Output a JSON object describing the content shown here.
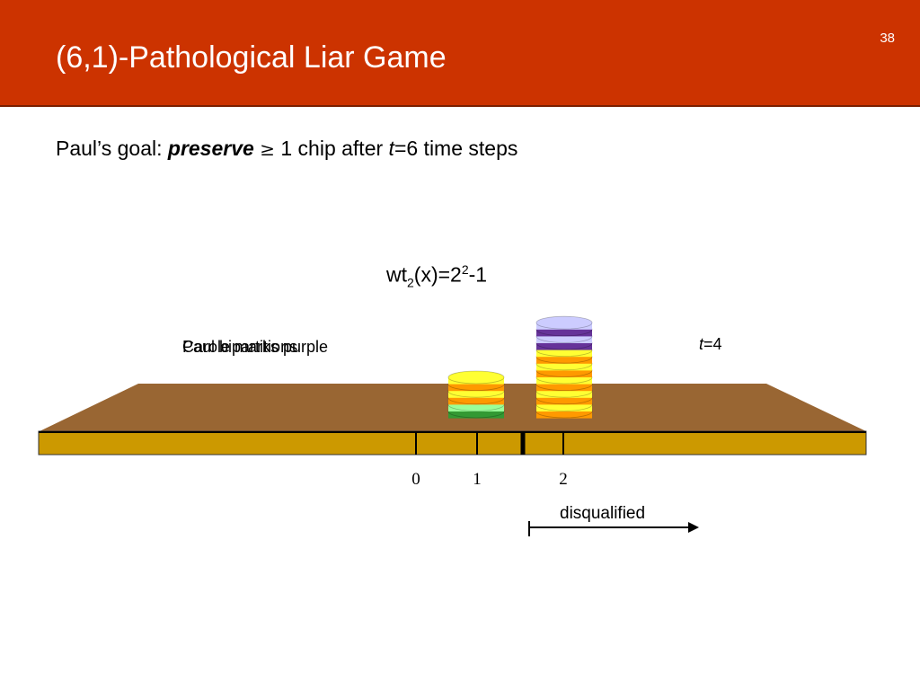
{
  "slide": {
    "title": "(6,1)-Pathological Liar Game",
    "number": "38"
  },
  "goal": {
    "prefix": "Paul’s goal: ",
    "emphasis": "preserve",
    "symbol": "≥",
    "middle": " 1 chip after ",
    "t_var": "t",
    "suffix": "=6 time steps"
  },
  "formula": {
    "base": "wt",
    "sub": "2",
    "mid": "(x)=2",
    "sup": "2",
    "end": "-1"
  },
  "captions": {
    "caption_a": "Carole marks purple",
    "caption_b": "Paul bipartitions"
  },
  "time_label": {
    "var": "t",
    "value": "=4"
  },
  "axis": {
    "ticks": [
      "0",
      "1",
      "2"
    ]
  },
  "disqualified_label": "disqualified",
  "colors": {
    "header": "#cc3300",
    "board_top": "#996633",
    "board_front": "#cc9900",
    "chip_yellow": "#ffff33",
    "chip_orange": "#ff9900",
    "chip_lightgreen": "#99ff99",
    "chip_darkgreen": "#339933",
    "chip_purple": "#663399",
    "chip_lavender": "#ccccff"
  },
  "stacks": [
    {
      "position": "1",
      "chips": [
        "darkgreen",
        "lightgreen",
        "orange",
        "yellow",
        "orange",
        "yellow"
      ]
    },
    {
      "position": "2",
      "chips": [
        "orange",
        "yellow",
        "orange",
        "yellow",
        "orange",
        "yellow",
        "orange",
        "yellow",
        "orange",
        "yellow",
        "purple",
        "lavender",
        "purple",
        "lavender"
      ]
    }
  ]
}
